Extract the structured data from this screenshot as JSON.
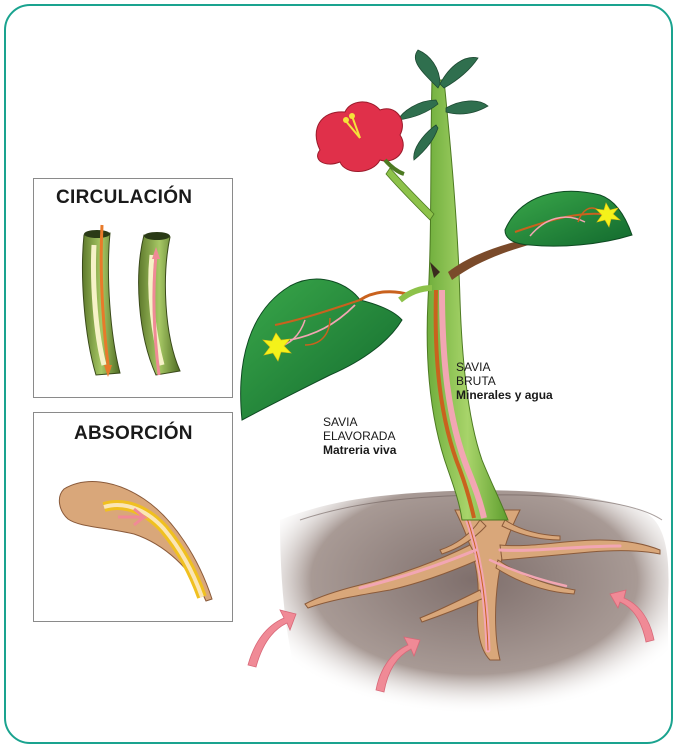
{
  "panels": {
    "circulation": {
      "title": "CIRCULACIÓN"
    },
    "absorption": {
      "title": "ABSORCIÓN"
    }
  },
  "labels": {
    "raw_sap": {
      "line1": "SAVIA",
      "line2": "BRUTA",
      "line3": "Minerales y agua"
    },
    "processed_sap": {
      "line1": "SAVIA",
      "line2": "ELAVORADA",
      "line3": "Matreria viva"
    }
  },
  "colors": {
    "frame": "#1aa38f",
    "leaf": "#1f8a3a",
    "stem": "#8dc24a",
    "xylem": "#f2a6b3",
    "phloem": "#c9621e",
    "soil": "#9a8a84",
    "root": "#d9a77a",
    "flower": "#e0304a",
    "sun_star": "#f4f21a",
    "arrow": "#f08a96"
  }
}
